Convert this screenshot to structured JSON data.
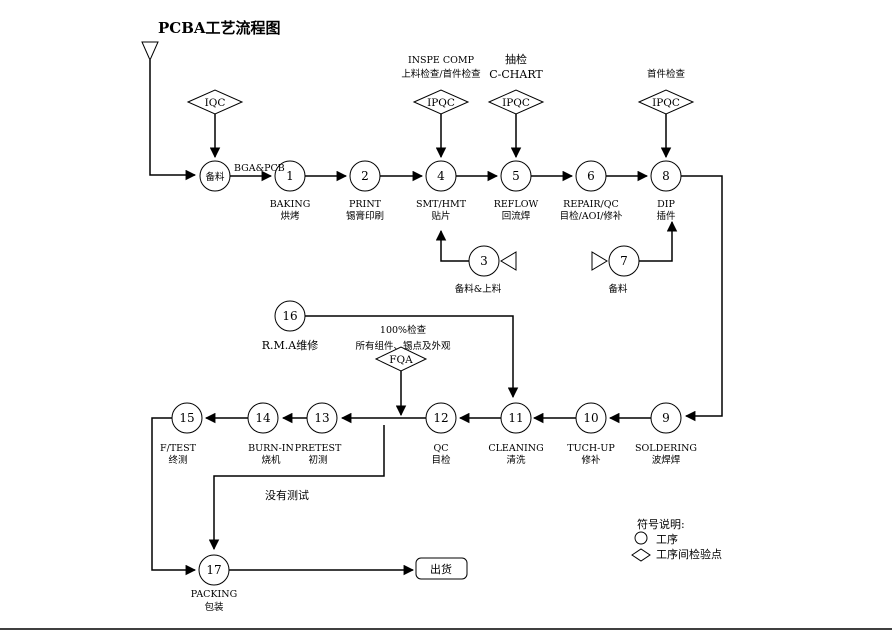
{
  "title": "PCBA工艺流程图",
  "nodes": {
    "stock": "备料",
    "n1": "1",
    "n2": "2",
    "n3": "3",
    "n4": "4",
    "n5": "5",
    "n6": "6",
    "n7": "7",
    "n8": "8",
    "n9": "9",
    "n10": "10",
    "n11": "11",
    "n12": "12",
    "n13": "13",
    "n14": "14",
    "n15": "15",
    "n16": "16",
    "n17": "17"
  },
  "checkpoints": {
    "iqc": "IQC",
    "ipqc4": "IPQC",
    "ipqc5": "IPQC",
    "ipqc8": "IPQC",
    "fqa": "FQA"
  },
  "labels": {
    "bga_pcb": "BGA&PCB",
    "n1_en": "BAKING",
    "n1_cn": "烘烤",
    "n2_en": "PRINT",
    "n2_cn": "锡膏印刷",
    "n4_en": "SMT/HMT",
    "n4_cn": "贴片",
    "n5_en": "REFLOW",
    "n5_cn": "回流焊",
    "n6_en": "REPAIR/QC",
    "n6_cn": "目检/AOI/修补",
    "n8_en": "DIP",
    "n8_cn": "插件",
    "ipqc4_top1": "INSPE COMP",
    "ipqc4_top2": "上料检查/首件检查",
    "ipqc5_top1": "抽检",
    "ipqc5_top2": "C-CHART",
    "ipqc8_top": "首件检查",
    "n3_cn": "备料&上料",
    "n7_cn": "备料",
    "n16_cn": "R.M.A维修",
    "fqa_top1": "100%检查",
    "fqa_top2": "所有组件、锡点及外观",
    "n9_en": "SOLDERING",
    "n9_cn": "波焊焊",
    "n10_en": "TUCH-UP",
    "n10_cn": "修补",
    "n11_en": "CLEANING",
    "n11_cn": "清洗",
    "n12_en": "QC",
    "n12_cn": "目检",
    "n13_en": "PRETEST",
    "n13_cn": "初测",
    "n14_en": "BURN-IN",
    "n14_cn": "烧机",
    "n15_en": "F/TEST",
    "n15_cn": "终测",
    "no_test": "没有测试",
    "n17_en": "PACKING",
    "n17_cn": "包装",
    "ship": "出货"
  },
  "legend": {
    "title": "符号说明:",
    "process": "工序",
    "inspection": "工序间检验点"
  }
}
